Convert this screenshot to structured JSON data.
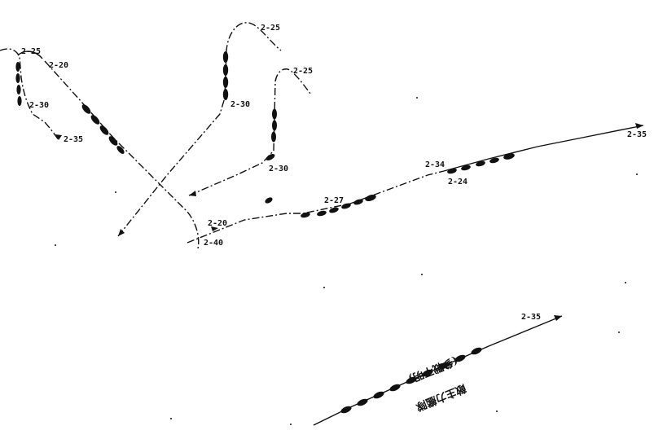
{
  "time_labels": {
    "t_left_225": "2-25",
    "t_left_220": "2-20",
    "t_left_230": "2-30",
    "t_left_235": "2-35",
    "t_center_225a": "2-25",
    "t_center_230a": "2-30",
    "t_center_225b": "2-25",
    "t_center_230b": "2-30",
    "t_mid_220": "2-20",
    "t_mid_240": "2-40",
    "t_mid_227": "2-27",
    "t_right_234": "2-34",
    "t_right_224": "2-24",
    "t_right_235": "2-35",
    "t_enemy_235": "2-35"
  },
  "unit_labels": {
    "enemy_main": "敵主力艦隊",
    "enemy_parenthetical": "(參戰不明)"
  },
  "colors": {
    "ink": "#111111",
    "paper": "#ffffff"
  }
}
